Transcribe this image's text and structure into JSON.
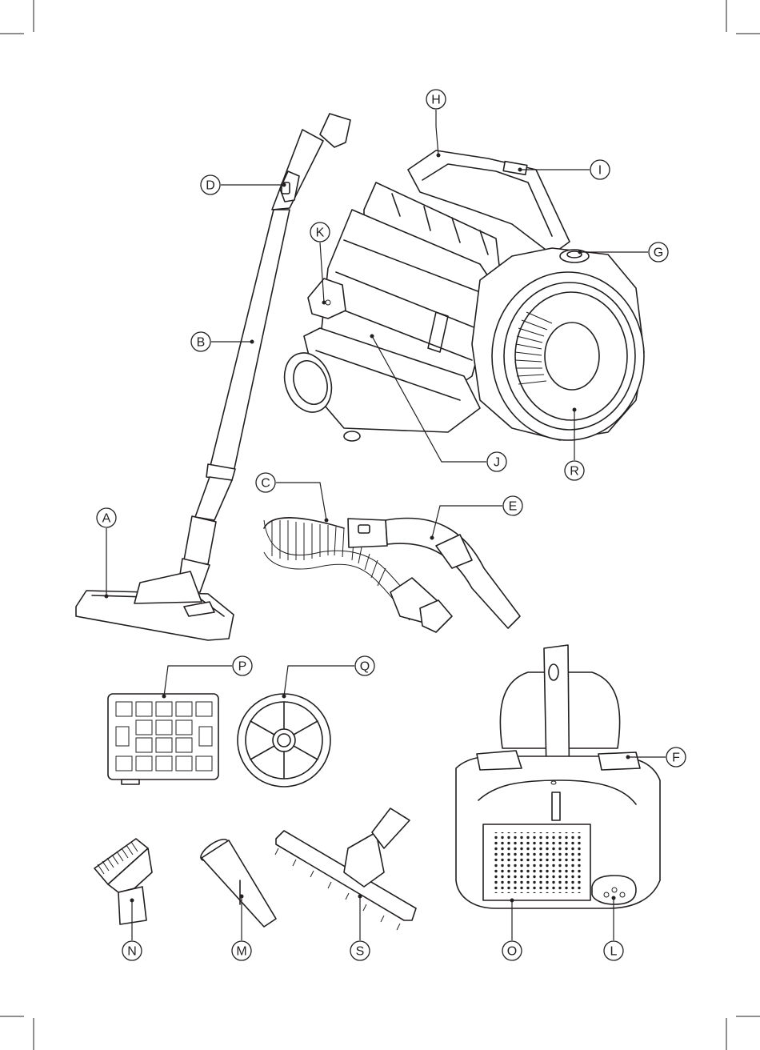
{
  "colors": {
    "ink": "#231f20",
    "paper": "#ffffff"
  },
  "callouts": {
    "A": "A",
    "B": "B",
    "C": "C",
    "D": "D",
    "E": "E",
    "F": "F",
    "G": "G",
    "H": "H",
    "I": "I",
    "J": "J",
    "K": "K",
    "L": "L",
    "M": "M",
    "N": "N",
    "O": "O",
    "P": "P",
    "Q": "Q",
    "R": "R",
    "S": "S"
  }
}
